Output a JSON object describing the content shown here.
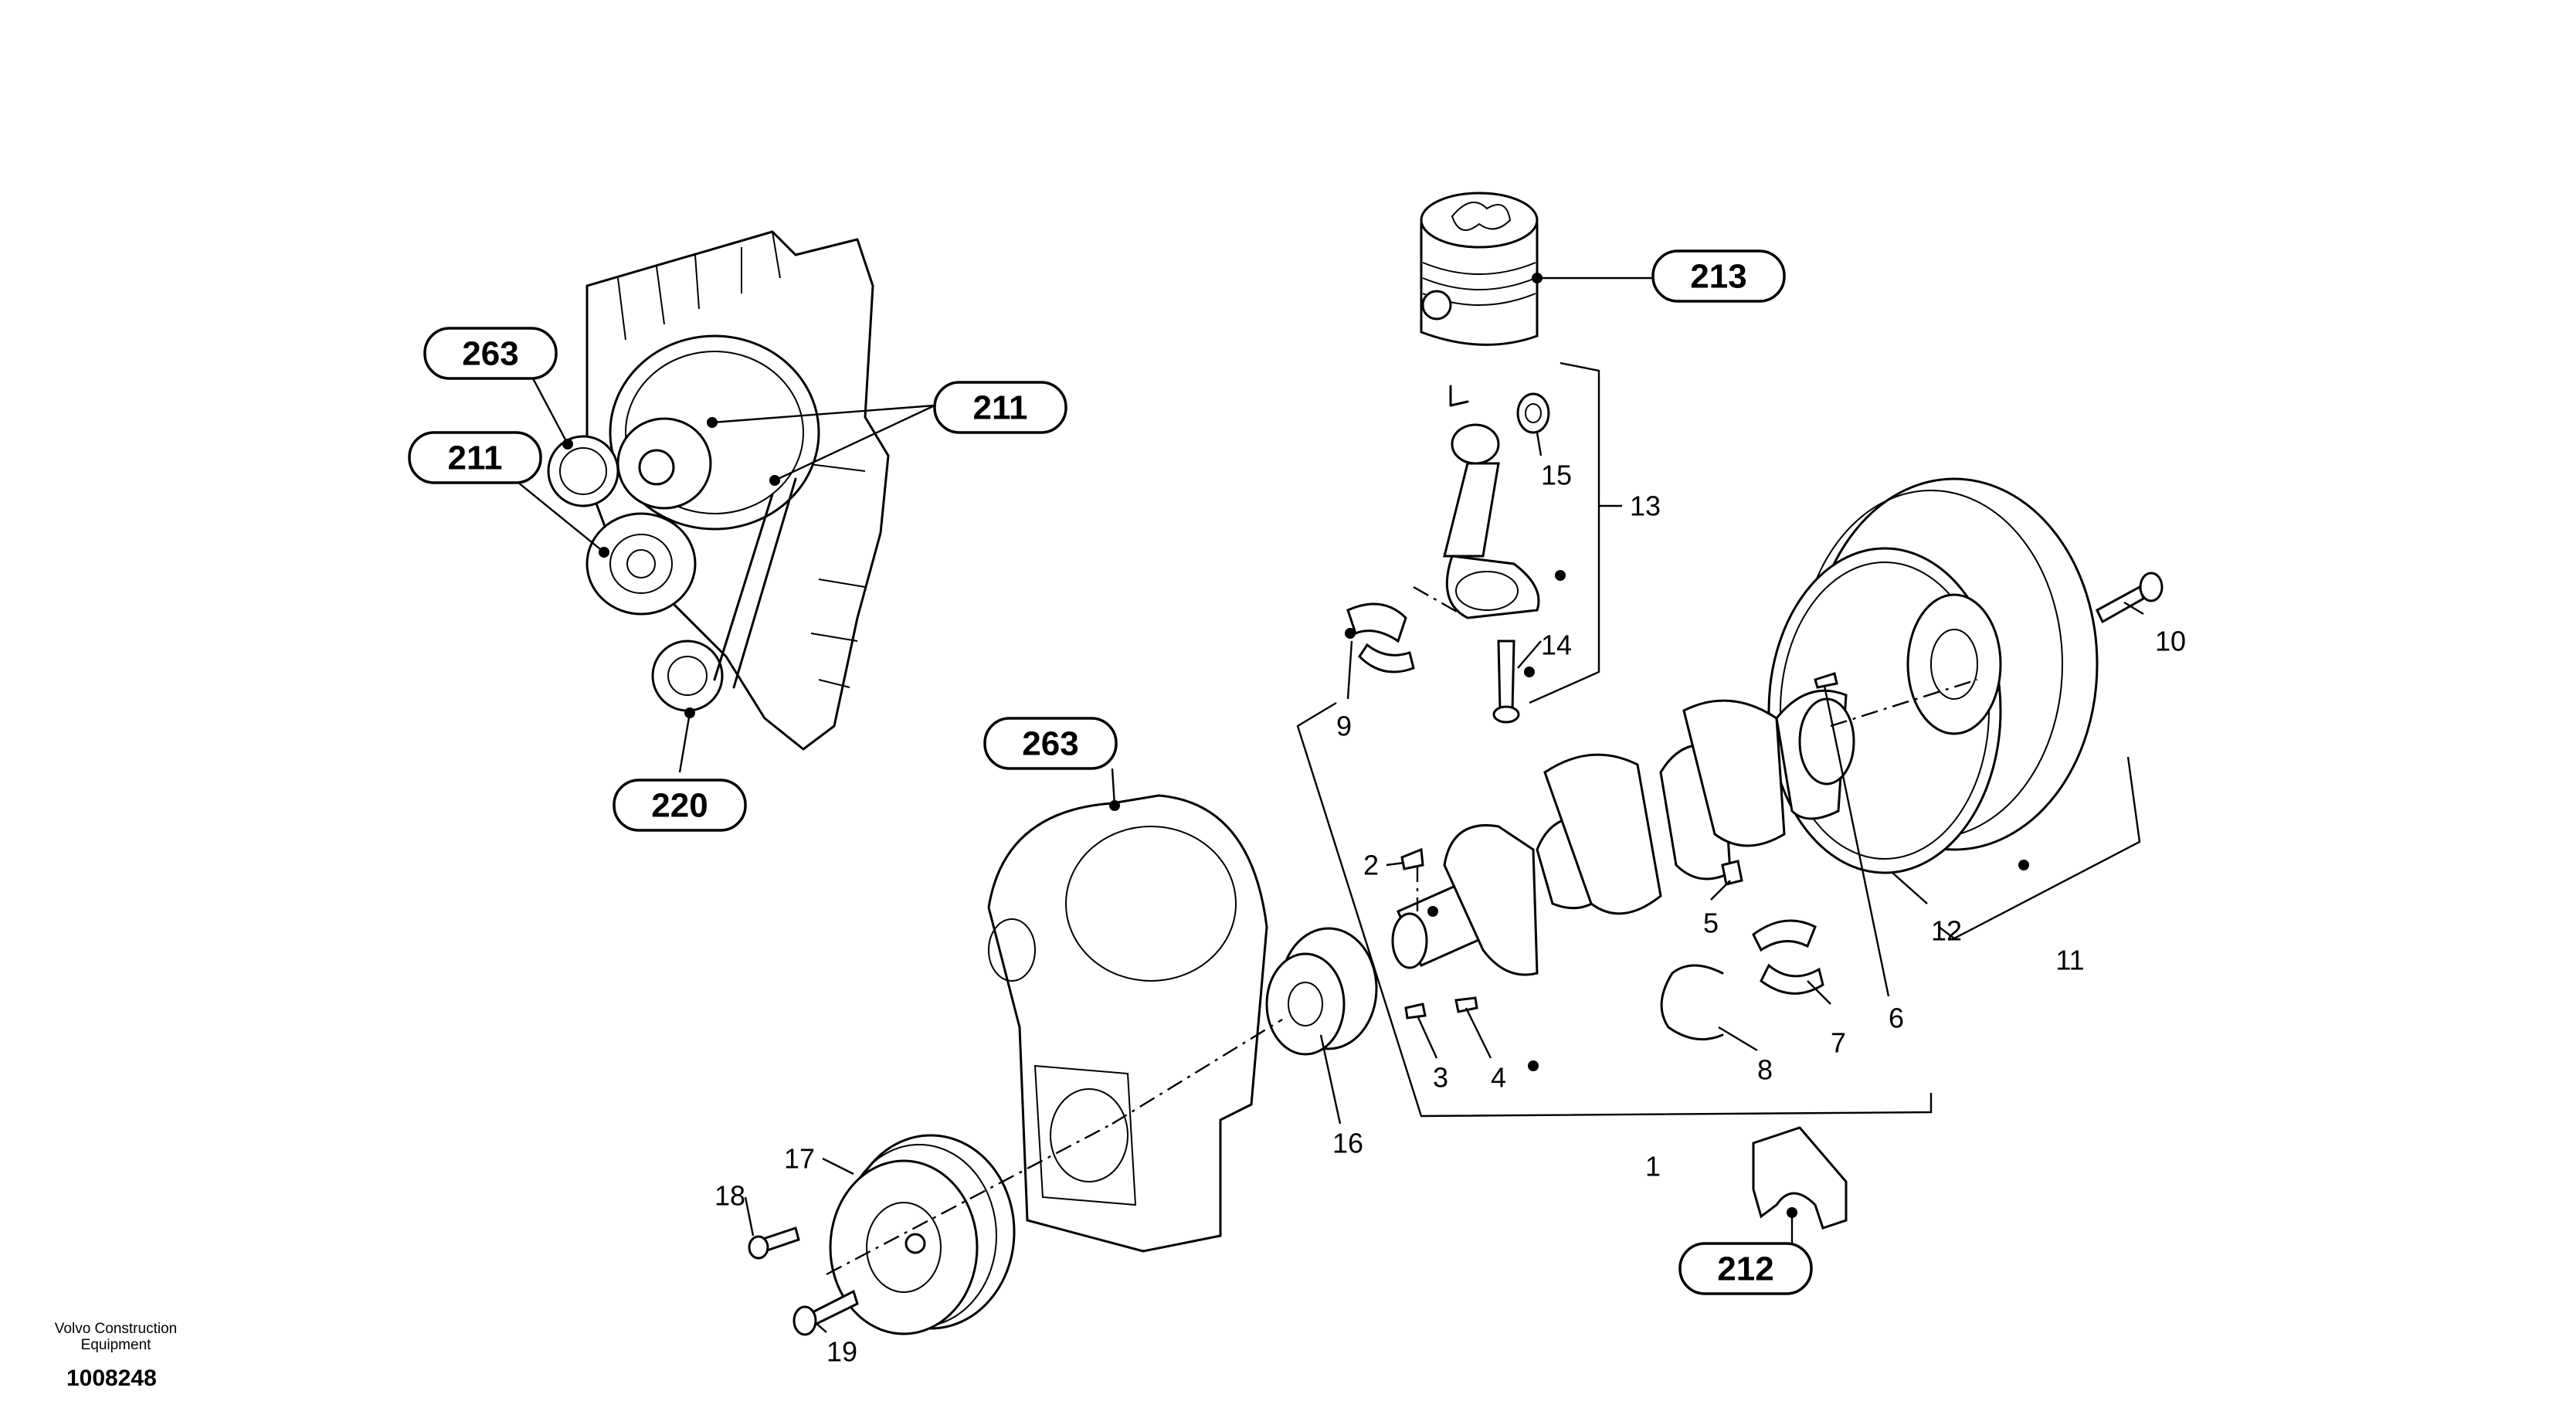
{
  "callouts": {
    "c263_top": "263",
    "c211_left": "211",
    "c211_right": "211",
    "c220": "220",
    "c263_mid": "263",
    "c213": "213",
    "c212": "212"
  },
  "labels": {
    "l1": "1",
    "l2": "2",
    "l3": "3",
    "l4": "4",
    "l5": "5",
    "l6": "6",
    "l7": "7",
    "l8": "8",
    "l9": "9",
    "l10": "10",
    "l11": "11",
    "l12": "12",
    "l13": "13",
    "l14": "14",
    "l15": "15",
    "l16": "16",
    "l17": "17",
    "l18": "18",
    "l19": "19"
  },
  "footer": {
    "brand": "Volvo Construction Equipment",
    "doc_number": "1008248"
  }
}
